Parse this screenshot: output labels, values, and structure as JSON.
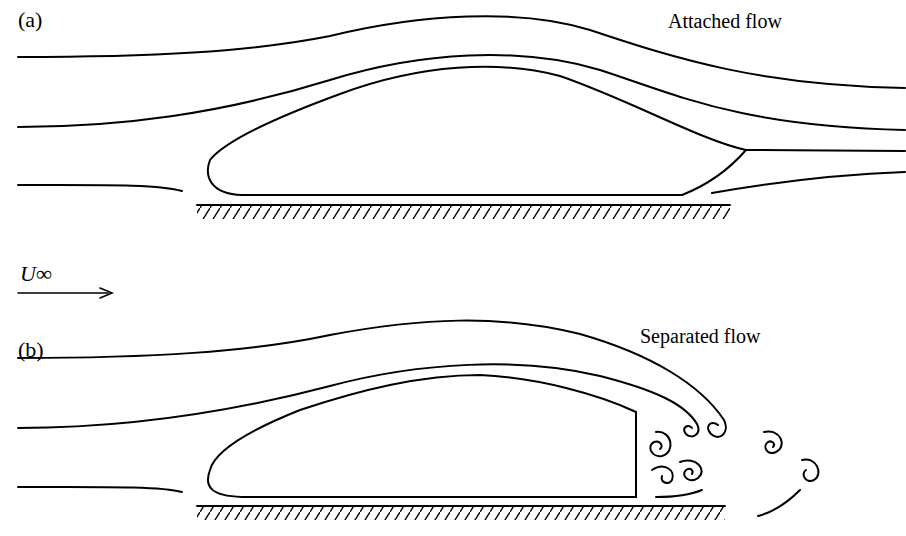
{
  "diagram": {
    "labels": [
      "(a)",
      "Attached flow",
      "U∞",
      "(b)",
      "Separated flow"
    ]
  }
}
